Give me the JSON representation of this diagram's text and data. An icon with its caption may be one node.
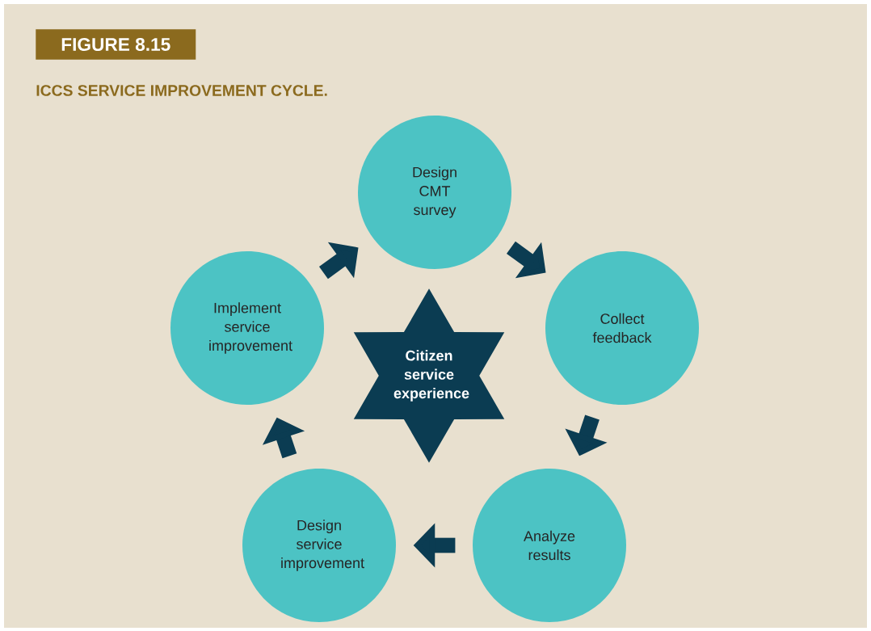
{
  "diagram": {
    "title": "ICCS SERVICE IMPROVEMENT CYCLE.",
    "nodes": [
      {
        "text": [
          "Design CMT survey"
        ]
      },
      {
        "text": [
          "Collect feedback"
        ]
      },
      {
        "text": [
          "Analyze results"
        ]
      },
      {
        "text": [
          "Design service improvement"
        ]
      },
      {
        "text": [
          "Implement service improvement"
        ]
      },
      {
        "text": [
          "Citizen service experience"
        ]
      }
    ],
    "edges": [
      {
        "from": 0,
        "to": 1,
        "arrow": "to"
      },
      {
        "from": 1,
        "to": 2,
        "arrow": "to"
      },
      {
        "from": 2,
        "to": 3,
        "arrow": "to"
      },
      {
        "from": 3,
        "to": 4,
        "arrow": "to"
      },
      {
        "from": 4,
        "to": 0,
        "arrow": "to"
      }
    ],
    "labels": [
      "FIGURE 8.15"
    ]
  }
}
